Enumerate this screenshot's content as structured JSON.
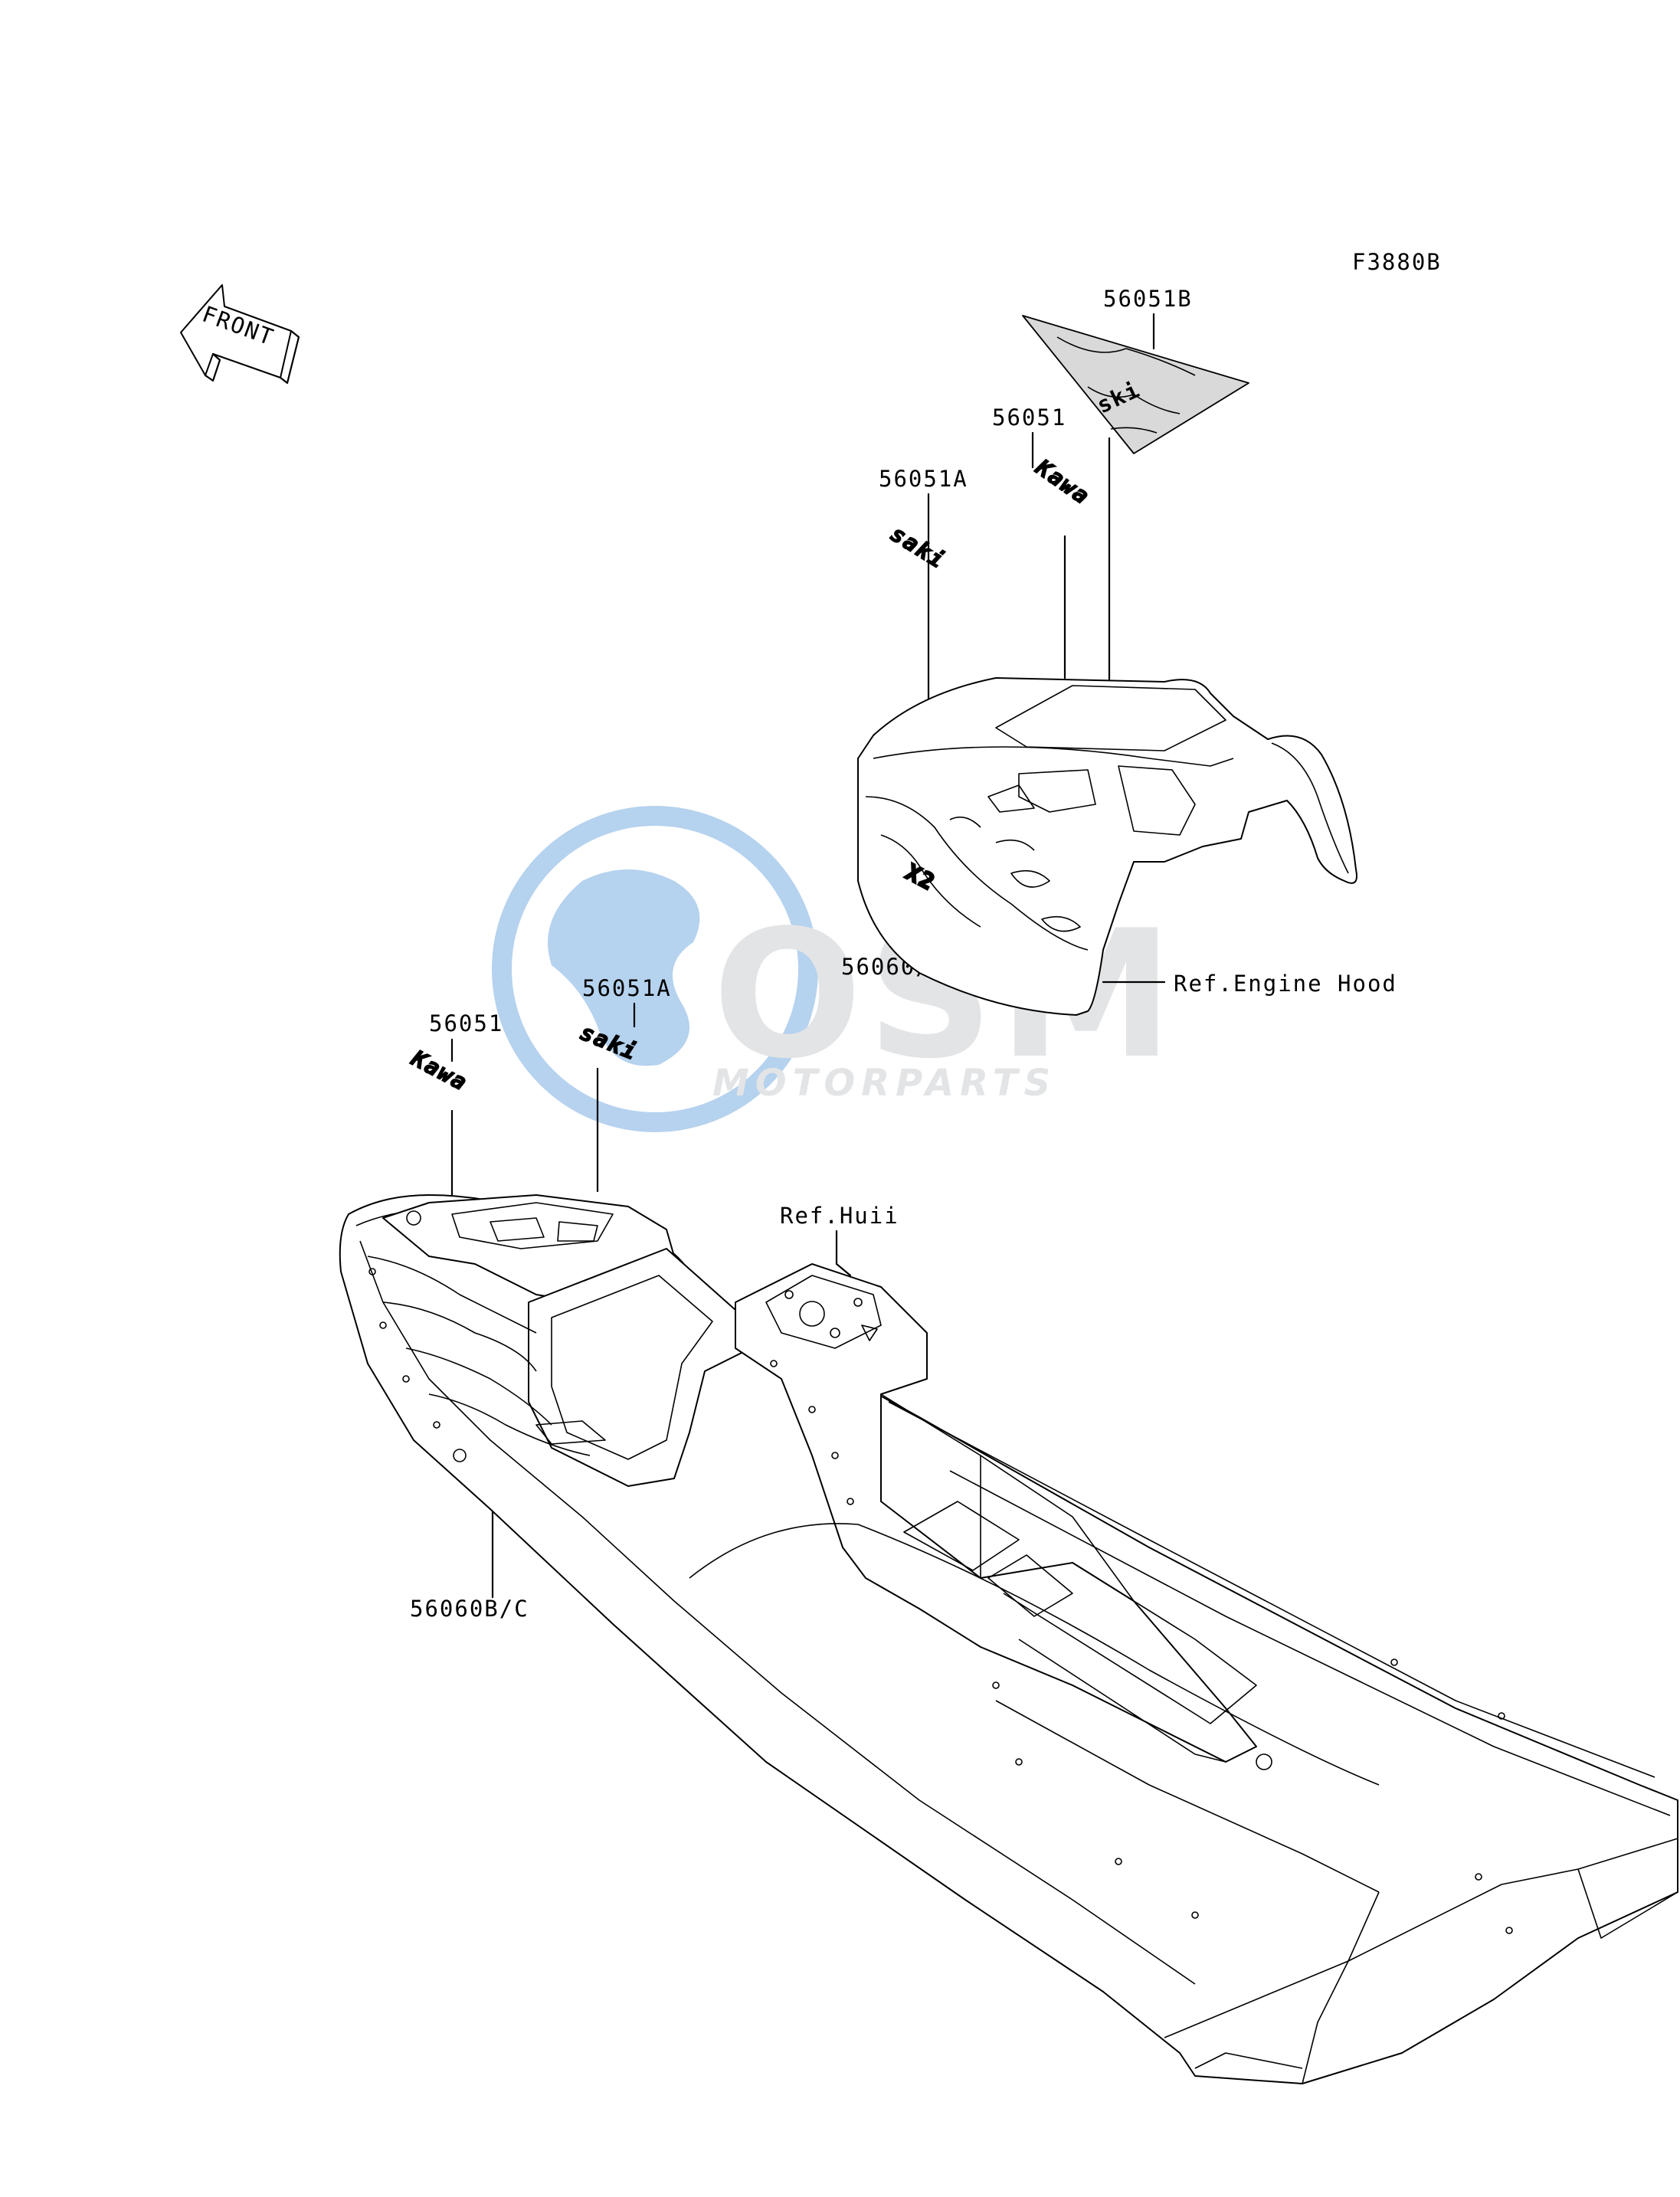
{
  "diagram_code": "F3880B",
  "front_arrow_text": "FRONT",
  "watermark": {
    "brand": "OSM",
    "subtitle": "MOTORPARTS",
    "accent_color": "#2f7fd0",
    "gray_color": "#bfc3c7"
  },
  "labels": {
    "p56051B": "56051B",
    "p56051_top": "56051",
    "p56051A_top": "56051A",
    "p56060A": "56060/A",
    "ref_engine_hood": "Ref.Engine Hood",
    "p56051A_mid": "56051A",
    "p56051_left": "56051",
    "ref_hull": "Ref.Huii",
    "p56060BC": "56060B/C"
  },
  "decal_text": {
    "kawa": "Kawa",
    "saki": "saki",
    "x2": "X2",
    "ski": "ski"
  }
}
